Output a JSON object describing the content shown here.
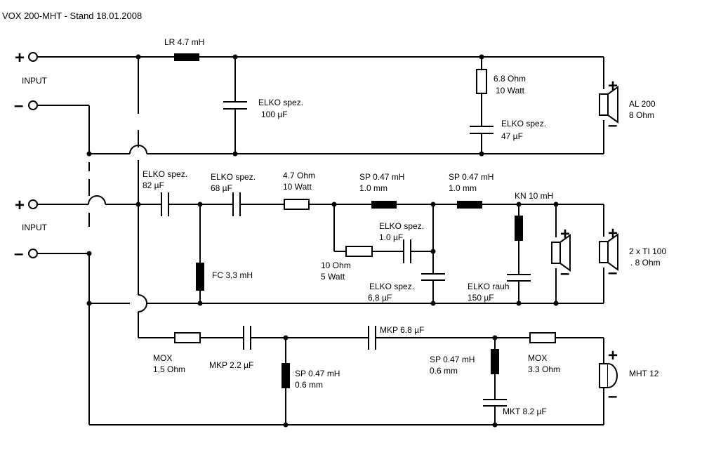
{
  "title": "VOX 200-MHT  -  Stand 18.01.2008",
  "terminals": {
    "input1_plus": "+",
    "input1_minus": "–",
    "input1_label": "INPUT",
    "input2_plus": "+",
    "input2_minus": "–",
    "input2_label": "INPUT"
  },
  "bass": {
    "lr_label": "LR 4.7 mH",
    "elko_line1": "ELKO spez.",
    "elko_line2": "100 µF",
    "res_line1": "6.8 Ohm",
    "res_line2": "10 Watt",
    "elko2_line1": "ELKO spez.",
    "elko2_line2": "47 µF",
    "speaker_line1": "AL 200",
    "speaker_line2": "8 Ohm",
    "plus": "+",
    "minus": "–"
  },
  "mid": {
    "c1_line1": "ELKO spez.",
    "c1_line2": "82 µF",
    "c2_line1": "ELKO spez.",
    "c2_line2": "68 µF",
    "r1_line1": "4.7 Ohm",
    "r1_line2": "10 Watt",
    "sp1_line1": "SP 0.47 mH",
    "sp1_line2": "1.0 mm",
    "sp2_line1": "SP 0.47 mH",
    "sp2_line2": "1.0 mm",
    "kn_label": "KN 10 mH",
    "fc_label": "FC 3,3 mH",
    "c3_line1": "ELKO spez.",
    "c3_line2": "1.0 µF",
    "r2_line1": "10 Ohm",
    "r2_line2": "5 Watt",
    "c4_line1": "ELKO spez.",
    "c4_line2": "6,8 µF",
    "c5_line1": "ELKO rauh",
    "c5_line2": "150 µF",
    "speaker_line1": "2 x TI 100",
    "speaker_line2": ".    8 Ohm",
    "plus": "+",
    "minus": "–"
  },
  "tweeter": {
    "mox1_line1": "MOX",
    "mox1_line2": "1,5 Ohm",
    "mkp1_label": "MKP 2.2 µF",
    "mkp2_label": "MKP 6.8 µF",
    "sp1_line1": "SP 0.47 mH",
    "sp1_line2": "0.6 mm",
    "sp2_line1": "SP 0.47 mH",
    "sp2_line2": "0.6 mm",
    "mox2_line1": "MOX",
    "mox2_line2": "3.3 Ohm",
    "mkt_label": "MKT 8.2 µF",
    "speaker_label": "MHT 12",
    "plus": "+",
    "minus": "–"
  }
}
